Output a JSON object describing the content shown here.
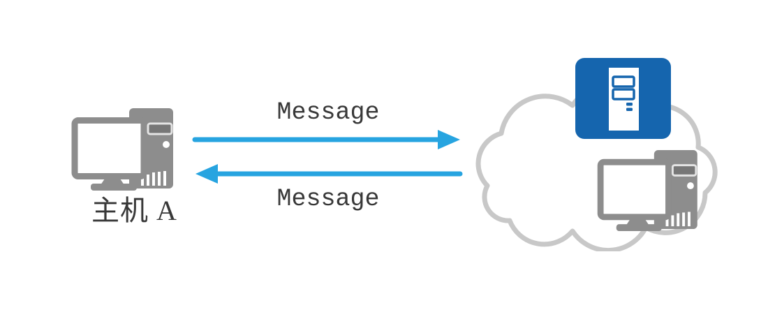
{
  "diagram": {
    "host": {
      "label": "主机 A",
      "icon": "desktop-computer-icon"
    },
    "link": {
      "forward_label": "Message",
      "forward_direction": "right",
      "reverse_label": "Message",
      "reverse_direction": "left"
    },
    "cloud": {
      "icon": "cloud-icon",
      "server_icon": "server-icon",
      "computer_icon": "desktop-computer-icon"
    },
    "colors": {
      "arrow_blue": "#27A4E0",
      "server_blue": "#1565AE",
      "device_gray": "#8D8D8D",
      "cloud_stroke": "#C8C8C8",
      "label_text": "#383838"
    }
  }
}
